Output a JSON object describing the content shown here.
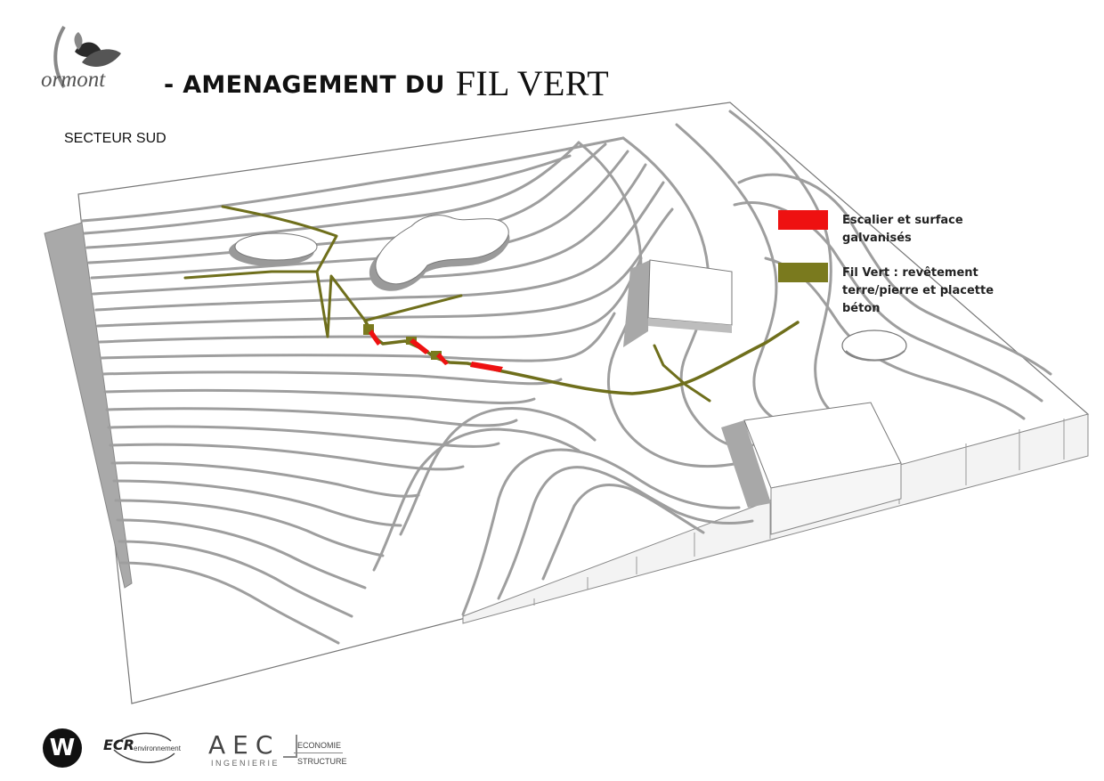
{
  "header": {
    "logo_text": "ormont",
    "title_prefix": "- AMENAGEMENT DU",
    "title_accent": "FIL VERT",
    "sector": "SECTEUR SUD"
  },
  "legend": [
    {
      "label": "Escalier et surface galvanisés",
      "color": "#ee1111"
    },
    {
      "label": "Fil Vert : revêtement terre/pierre et placette béton",
      "color": "#7a7a1e"
    }
  ],
  "colors": {
    "contour": "#9e9e9e",
    "wall_shade": "#a8a8a8",
    "path": "#6f6f1c",
    "stair": "#ee1111",
    "outline": "#666666"
  },
  "footer": {
    "w_logo": "W",
    "ecr_main": "ECR",
    "ecr_sub": "environnement",
    "aec_main": "AEC",
    "aec_sub": "INGENIERIE",
    "aec_right_top": "ECONOMIE",
    "aec_right_bottom": "STRUCTURE"
  }
}
